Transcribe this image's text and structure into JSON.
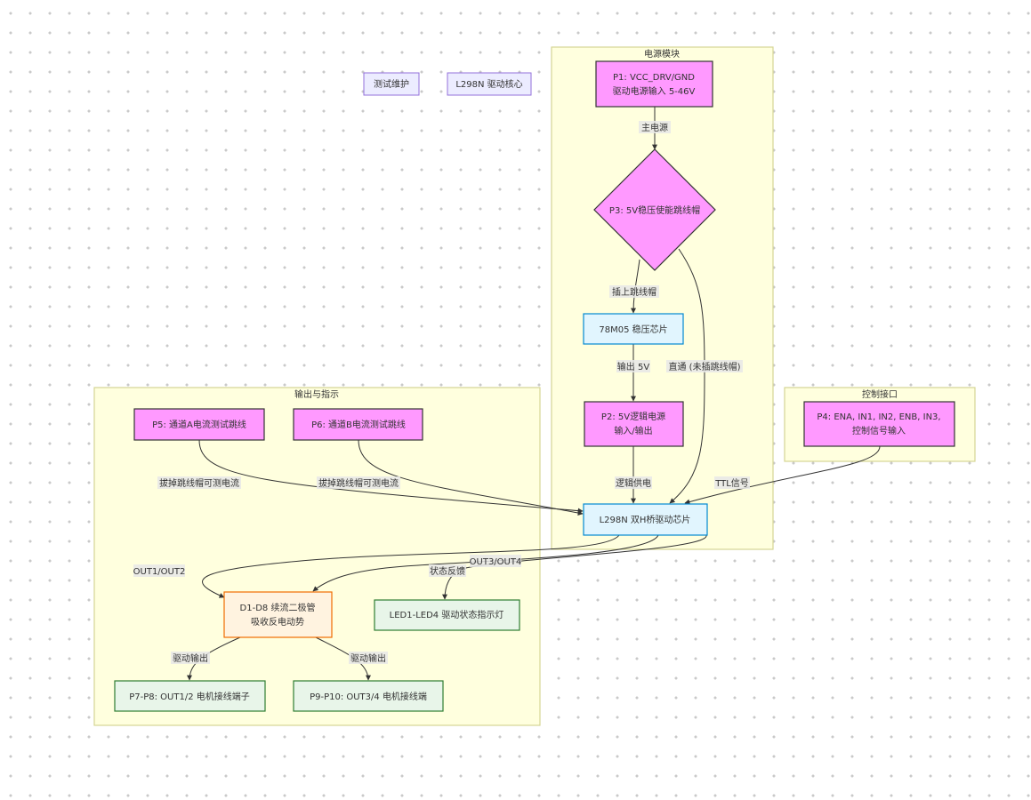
{
  "clusters": {
    "power": "电源模块",
    "output": "输出与指示",
    "control": "控制接口"
  },
  "legend": {
    "test": "测试维护",
    "core": "L298N 驱动核心"
  },
  "nodes": {
    "p1": [
      "P1: VCC_DRV/GND",
      "驱动电源输入 5-46V"
    ],
    "p3": "P3: 5V稳压使能跳线帽",
    "reg": "78M05 稳压芯片",
    "p2": [
      "P2: 5V逻辑电源",
      "输入/输出"
    ],
    "p4": [
      "P4: ENA, IN1, IN2, ENB, IN3,",
      "控制信号输入"
    ],
    "p5": "P5: 通道A电流测试跳线",
    "p6": "P6: 通道B电流测试跳线",
    "l298n": "L298N 双H桥驱动芯片",
    "diode": [
      "D1-D8 续流二极管",
      "吸收反电动势"
    ],
    "led": "LED1-LED4 驱动状态指示灯",
    "p7": "P7-P8: OUT1/2 电机接线端子",
    "p9": "P9-P10: OUT3/4 电机接线端"
  },
  "edges": {
    "main_power": "主电源",
    "jumper_on": "插上跳线帽",
    "out5v": "输出 5V",
    "direct": "直通 (未插跳线帽)",
    "logic": "逻辑供电",
    "ttl": "TTL信号",
    "remove_a": "拔掉跳线帽可测电流",
    "remove_b": "拔掉跳线帽可测电流",
    "out12": "OUT1/OUT2",
    "out34": "OUT3/OUT4",
    "status": "状态反馈",
    "drive_a": "驱动输出",
    "drive_b": "驱动输出"
  }
}
